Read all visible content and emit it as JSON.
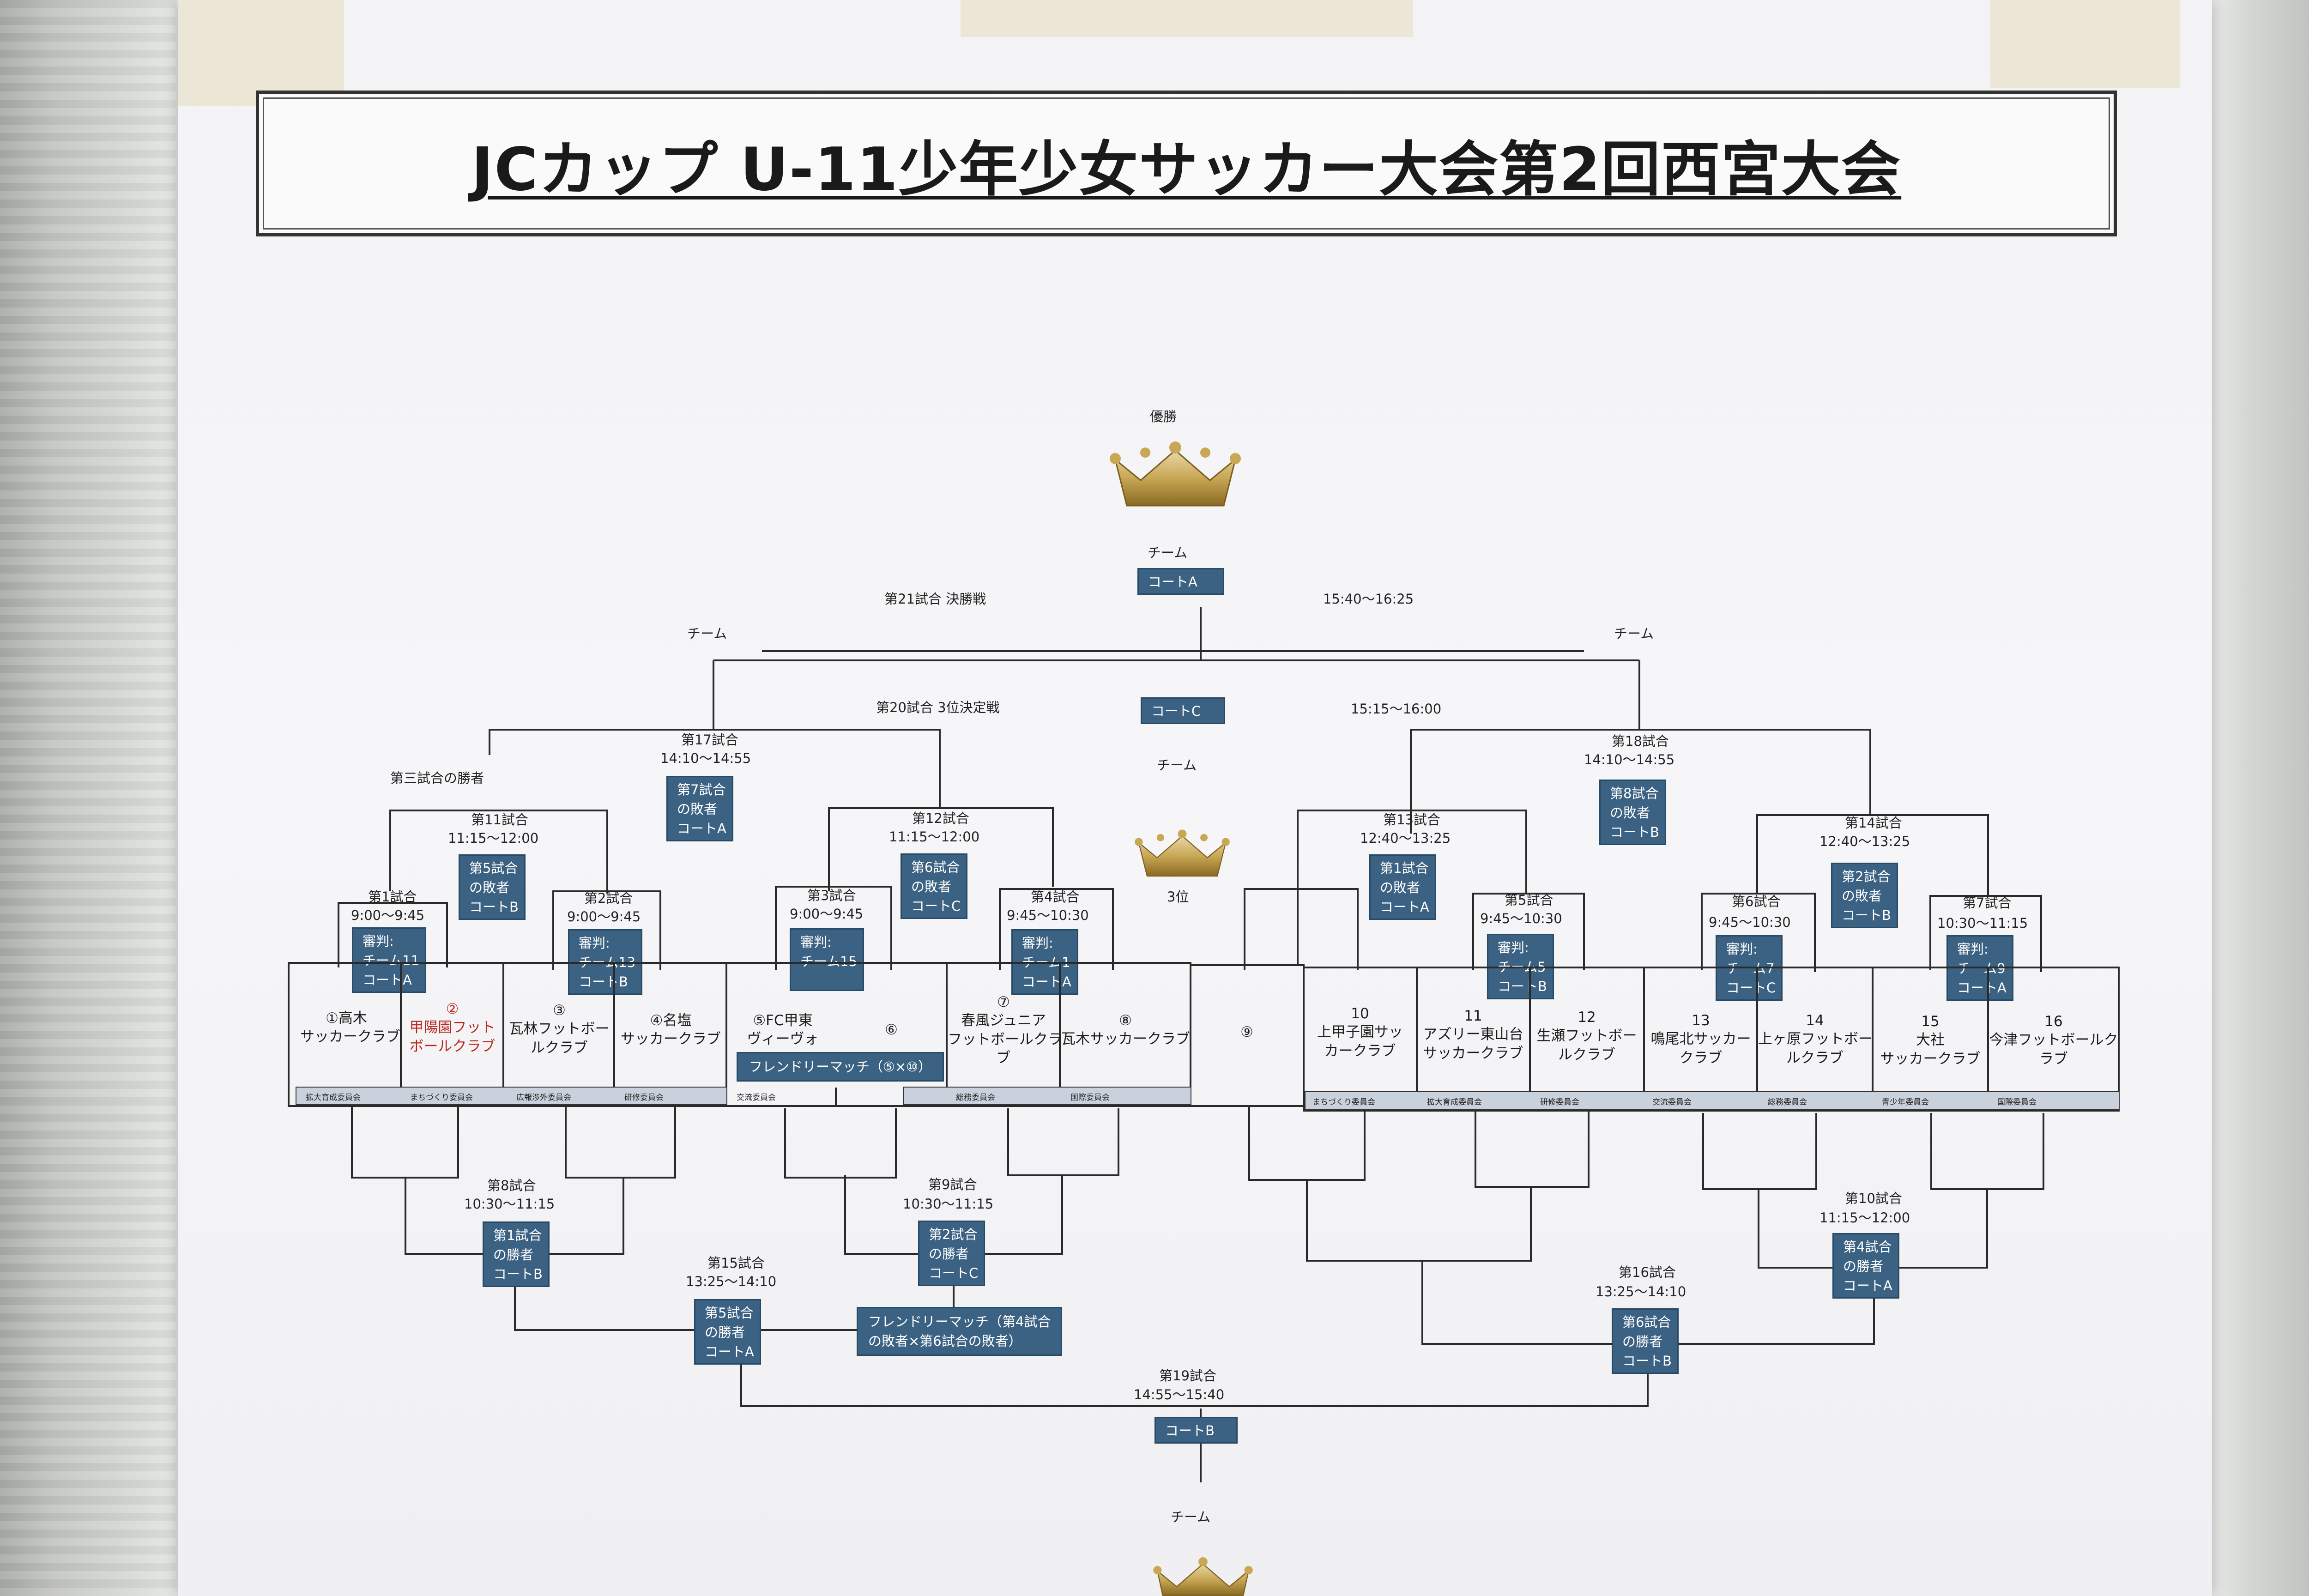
{
  "title": "JCカップ U-11少年少女サッカー大会第2回西宮大会",
  "champion": {
    "label": "優勝",
    "team": "チーム",
    "court": "コートA"
  },
  "final": {
    "label": "第21試合 決勝戦",
    "time": "15:40〜16:25",
    "left_team": "チーム",
    "right_team": "チーム"
  },
  "third_place": {
    "label": "第20試合 3位決定戦",
    "time": "15:15〜16:00",
    "court": "コートC",
    "team": "チーム",
    "rank": "3位"
  },
  "bottom": {
    "title": "第19試合",
    "time": "14:55〜15:40",
    "court": "コートB",
    "team": "チーム"
  },
  "note": "第三試合の勝者",
  "upper_matches": [
    {
      "title": "第17試合",
      "time": "14:10〜14:55",
      "box": [
        "第7試合",
        "の敗者",
        "コートA"
      ]
    },
    {
      "title": "第18試合",
      "time": "14:10〜14:55",
      "box": [
        "第8試合",
        "の敗者",
        "コートB"
      ]
    },
    {
      "title": "第11試合",
      "time": "11:15〜12:00",
      "box": [
        "第5試合",
        "の敗者",
        "コートB"
      ]
    },
    {
      "title": "第12試合",
      "time": "11:15〜12:00",
      "box": [
        "第6試合",
        "の敗者",
        "コートC"
      ]
    },
    {
      "title": "第13試合",
      "time": "12:40〜13:25",
      "box": [
        "第1試合",
        "の敗者",
        "コートA"
      ]
    },
    {
      "title": "第14試合",
      "time": "12:40〜13:25",
      "box": [
        "第2試合",
        "の敗者",
        "コートB"
      ]
    },
    {
      "title": "第1試合",
      "time": "9:00〜9:45",
      "box": [
        "審判:",
        "チーム11",
        "コートA"
      ]
    },
    {
      "title": "第2試合",
      "time": "9:00〜9:45",
      "box": [
        "審判:",
        "チーム13",
        "コートB"
      ]
    },
    {
      "title": "第3試合",
      "time": "9:00〜9:45",
      "box": [
        "審判:",
        "チーム15"
      ]
    },
    {
      "title": "第4試合",
      "time": "9:45〜10:30",
      "box": [
        "審判:",
        "チーム1",
        "コートA"
      ]
    },
    {
      "title": "第5試合",
      "time": "9:45〜10:30",
      "box": [
        "審判:",
        "チーム5",
        "コートB"
      ]
    },
    {
      "title": "第6試合",
      "time": "9:45〜10:30",
      "box": [
        "審判:",
        "チーム7",
        "コートC"
      ]
    },
    {
      "title": "第7試合",
      "time": "10:30〜11:15",
      "box": [
        "審判:",
        "チーム9",
        "コートA"
      ]
    }
  ],
  "lower_matches": [
    {
      "title": "第8試合",
      "time": "10:30〜11:15",
      "box": [
        "第1試合",
        "の勝者",
        "コートB"
      ]
    },
    {
      "title": "第9試合",
      "time": "10:30〜11:15",
      "box": [
        "第2試合",
        "の勝者",
        "コートC"
      ]
    },
    {
      "title": "第10試合",
      "time": "11:15〜12:00",
      "box": [
        "第4試合",
        "の勝者",
        "コートA"
      ]
    },
    {
      "title": "第15試合",
      "time": "13:25〜14:10",
      "box": [
        "第5試合",
        "の勝者",
        "コートA"
      ]
    },
    {
      "title": "第16試合",
      "time": "13:25〜14:10",
      "box": [
        "第6試合",
        "の勝者",
        "コートB"
      ]
    }
  ],
  "friendly": {
    "match1": "フレンドリーマッチ（⑤×⑩）",
    "match2": [
      "フレンドリーマッチ（第4試合",
      "の敗者×第6試合の敗者）"
    ]
  },
  "teams": [
    {
      "lines": [
        "①高木",
        "サッカークラブ"
      ]
    },
    {
      "lines": [
        "②",
        "甲陽園フット",
        "ボールクラブ"
      ]
    },
    {
      "lines": [
        "③",
        "瓦林フットボー",
        "ルクラブ"
      ]
    },
    {
      "lines": [
        "④名塩",
        "サッカークラブ"
      ]
    },
    {
      "lines": [
        "⑤FC甲東",
        "ヴィーヴォ"
      ]
    },
    {
      "lines": [
        "⑥"
      ]
    },
    {
      "lines": [
        "⑦",
        "春風ジュニア",
        "フットボールクラ",
        "ブ"
      ]
    },
    {
      "lines": [
        "⑧",
        "瓦木サッカークラブ"
      ]
    },
    {
      "lines": [
        "⑨"
      ]
    },
    {
      "lines": [
        "10",
        "上甲子園サッ",
        "カークラブ"
      ]
    },
    {
      "lines": [
        "11",
        "アズリー東山台",
        "サッカークラブ"
      ]
    },
    {
      "lines": [
        "12",
        "生瀬フットボー",
        "ルクラブ"
      ]
    },
    {
      "lines": [
        "13",
        "鳴尾北サッカー",
        "クラブ"
      ]
    },
    {
      "lines": [
        "14",
        "上ヶ原フットボー",
        "ルクラブ"
      ]
    },
    {
      "lines": [
        "15",
        "大社",
        "サッカークラブ"
      ]
    },
    {
      "lines": [
        "16",
        "今津フットボールク",
        "ラブ"
      ]
    }
  ],
  "committees": [
    "拡大育成委員会",
    "まちづくり委員会",
    "広報渉外委員会",
    "研修委員会",
    "交流委員会",
    "総務委員会",
    "国際委員会",
    "まちづくり委員会",
    "拡大育成委員会",
    "研修委員会",
    "交流委員会",
    "総務委員会",
    "青少年委員会",
    "国際委員会"
  ]
}
